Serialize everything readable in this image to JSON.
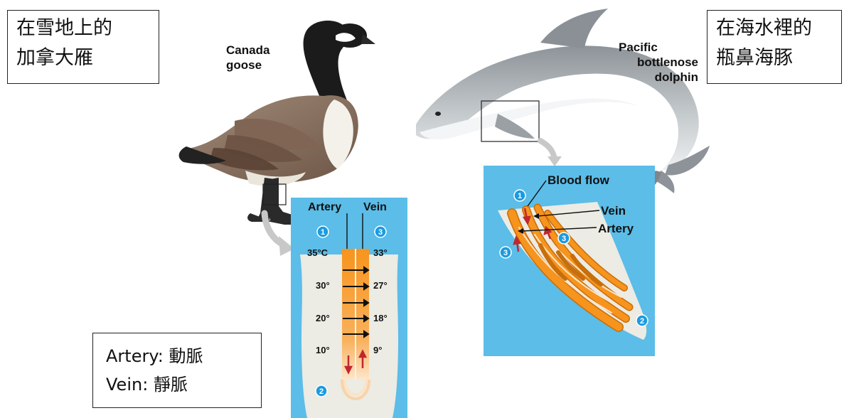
{
  "boxes": {
    "goose_title_line1": "在雪地上的",
    "goose_title_line2": "加拿大雁",
    "dolphin_title_line1": "在海水裡的",
    "dolphin_title_line2": "瓶鼻海豚",
    "legend_line1": "Artery:  動脈",
    "legend_line2": "Vein:  靜脈"
  },
  "animals": {
    "goose_label_line1": "Canada",
    "goose_label_line2": "goose",
    "dolphin_label_line1": "Pacific",
    "dolphin_label_line2": "bottlenose",
    "dolphin_label_line3": "dolphin"
  },
  "goose_panel": {
    "artery_label": "Artery",
    "vein_label": "Vein",
    "marker_1": "1",
    "marker_2": "2",
    "marker_3": "3",
    "artery_temps": [
      "35°C",
      "30°",
      "20°",
      "10°"
    ],
    "vein_temps": [
      "33°",
      "27°",
      "18°",
      "9°"
    ]
  },
  "dolphin_panel": {
    "blood_flow_label": "Blood flow",
    "vein_label": "Vein",
    "artery_label": "Artery",
    "marker_1": "1",
    "marker_2": "2",
    "marker_3a": "3",
    "marker_3b": "3"
  },
  "colors": {
    "panel_blue": "#5bbde8",
    "vessel_orange": "#f7941d",
    "tissue_gray": "#ecebe4",
    "marker_blue": "#1b9be0"
  }
}
